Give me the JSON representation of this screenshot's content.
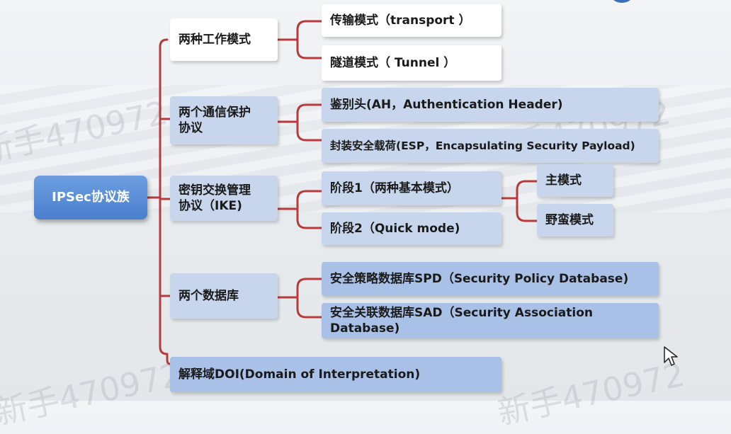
{
  "root": {
    "label": "IPSec协议族"
  },
  "branches": [
    {
      "label": "两种工作模式",
      "children": [
        "传输模式（transport ）",
        "隧道模式（ Tunnel ）"
      ]
    },
    {
      "label": "两个通信保护\n协议",
      "children": [
        "鉴别头(AH，Authentication Header)",
        "封装安全载荷(ESP，Encapsulating Security Payload)"
      ]
    },
    {
      "label": "密钥交换管理\n协议（IKE)",
      "children": [
        "阶段1（两种基本模式）",
        "阶段2（Quick mode)"
      ]
    },
    {
      "label": "两个数据库",
      "children": [
        "安全策略数据库SPD（Security Policy Database)",
        "安全关联数据库SAD（Security Association Database)"
      ]
    },
    {
      "label": "解释域DOI(Domain of Interpretation)"
    }
  ],
  "phase1_modes": [
    "主模式",
    "野蛮模式"
  ],
  "watermark": "新手470972",
  "colors": {
    "line": "#b83a3a",
    "root": "#4a7fcd",
    "light_box": "#c7d6ec",
    "mid_box": "#a9c1e6"
  },
  "icons": {
    "cursor": "mouse-pointer-icon",
    "logo": "logo-icon"
  }
}
